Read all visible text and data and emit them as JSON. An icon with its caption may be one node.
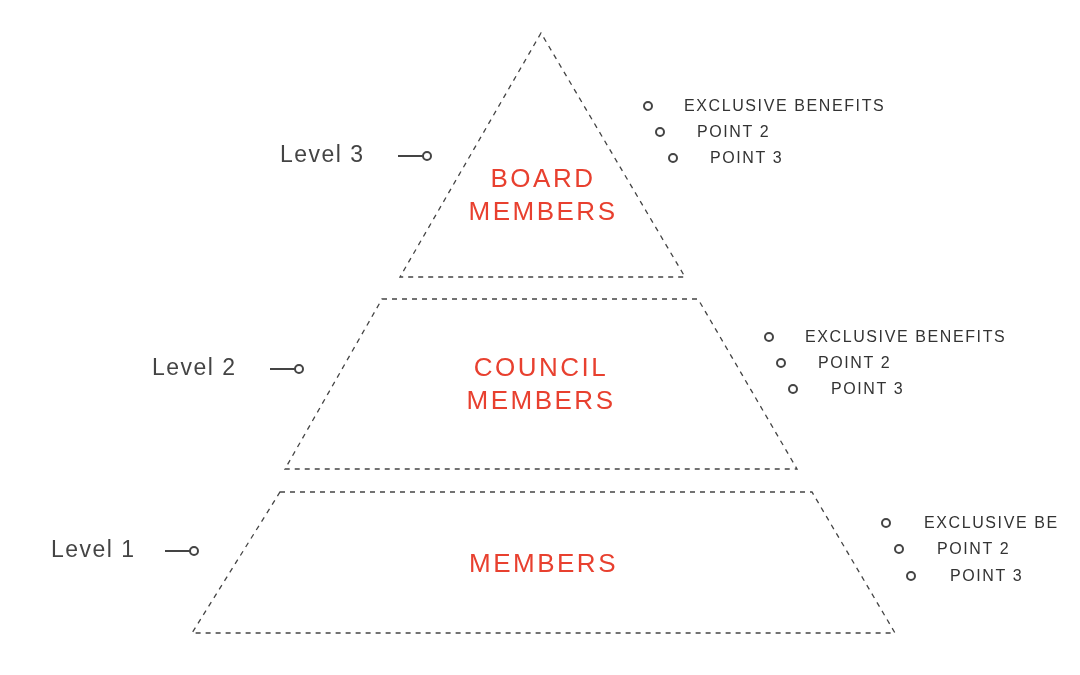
{
  "diagram": {
    "nodes": [
      {
        "text": [
          "BOARD MEMBERS"
        ]
      },
      {
        "text": [
          "COUNCIL MEMBERS"
        ]
      },
      {
        "text": [
          "MEMBERS"
        ]
      }
    ],
    "edges": [],
    "labels": [
      "Level 3",
      "EXCLUSIVE BENEFITS",
      "POINT 2",
      "POINT 3",
      "Level 2",
      "EXCLUSIVE BENEFITS",
      "POINT 2",
      "POINT 3",
      "Level 1",
      "EXCLUSIVE BE",
      "POINT 2",
      "POINT 3"
    ]
  }
}
